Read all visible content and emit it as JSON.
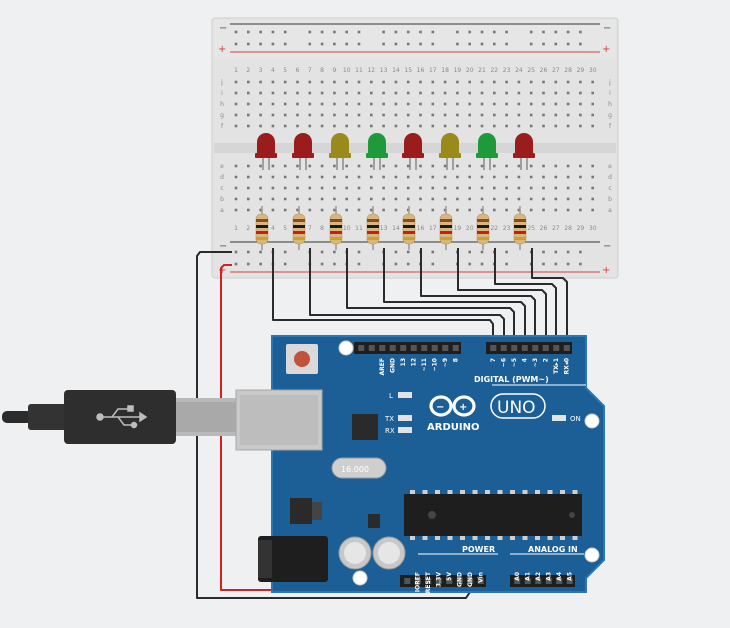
{
  "breadboard": {
    "rail_minus": "−",
    "rail_plus": "+",
    "column_numbers": [
      "1",
      "2",
      "3",
      "4",
      "5",
      "6",
      "7",
      "8",
      "9",
      "10",
      "11",
      "12",
      "13",
      "14",
      "15",
      "16",
      "17",
      "18",
      "19",
      "20",
      "21",
      "22",
      "23",
      "24",
      "25",
      "26",
      "27",
      "28",
      "29",
      "30"
    ],
    "row_letters_top": [
      "j",
      "i",
      "h",
      "g",
      "f"
    ],
    "row_letters_bottom": [
      "e",
      "d",
      "c",
      "b",
      "a"
    ]
  },
  "leds": [
    {
      "color": "#9b1c1c",
      "name": "red"
    },
    {
      "color": "#9b1c1c",
      "name": "red"
    },
    {
      "color": "#9a8a1c",
      "name": "yellow"
    },
    {
      "color": "#1f9a3a",
      "name": "green"
    },
    {
      "color": "#9b1c1c",
      "name": "red"
    },
    {
      "color": "#9a8a1c",
      "name": "yellow"
    },
    {
      "color": "#1f9a3a",
      "name": "green"
    },
    {
      "color": "#9b1c1c",
      "name": "red"
    }
  ],
  "arduino": {
    "logo_text": "ARDUINO",
    "model": "UNO",
    "digital_label": "DIGITAL (PWM~)",
    "power_label": "POWER",
    "analog_label": "ANALOG IN",
    "led_l": "L",
    "led_tx": "TX",
    "led_rx": "RX",
    "led_on": "ON",
    "crystal": "16.000",
    "digital_pins_left": [
      "AREF",
      "GND",
      "13",
      "12",
      "~11",
      "~10",
      "~9",
      "8"
    ],
    "digital_pins_right": [
      "7",
      "~6",
      "~5",
      "4",
      "~3",
      "2",
      "TX▸1",
      "RX◂0"
    ],
    "power_pins": [
      "IOREF",
      "RESET",
      "3.3V",
      "5V",
      "GND",
      "GND",
      "Vin"
    ],
    "analog_pins": [
      "A0",
      "A1",
      "A2",
      "A3",
      "A4",
      "A5"
    ]
  },
  "colors": {
    "board_blue": "#1c5f96",
    "board_edge": "#2a77b3",
    "wire_dark": "#2b2b2b",
    "wire_red": "#d32020",
    "rail_red": "#d04040"
  }
}
